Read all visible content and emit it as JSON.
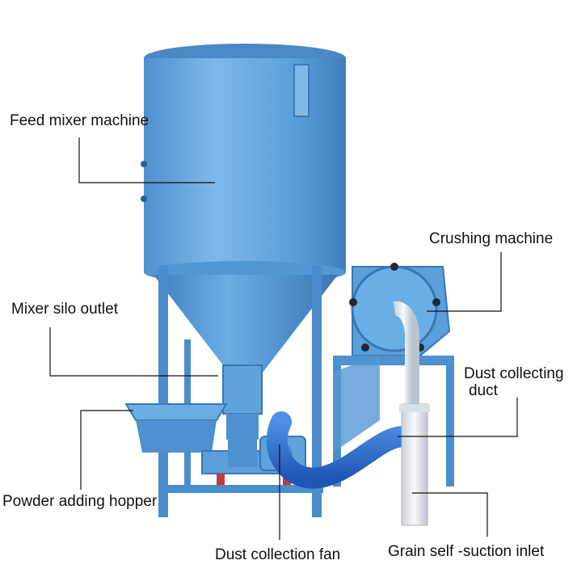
{
  "labels": {
    "feed_mixer": "Feed mixer machine",
    "crushing": "Crushing machine",
    "silo_outlet": "Mixer silo outlet",
    "dust_duct_line1": "Dust collecting",
    "dust_duct_line2": "duct",
    "hopper": "Powder adding hopper",
    "fan": "Dust collection fan",
    "grain_inlet": "Grain self -suction inlet"
  },
  "colors": {
    "machine_blue": "#5a9fd9",
    "machine_dark": "#3f7fbd",
    "hose_blue": "#2f6fd0",
    "pipe_white": "#e8eef3",
    "text": "#111111"
  }
}
